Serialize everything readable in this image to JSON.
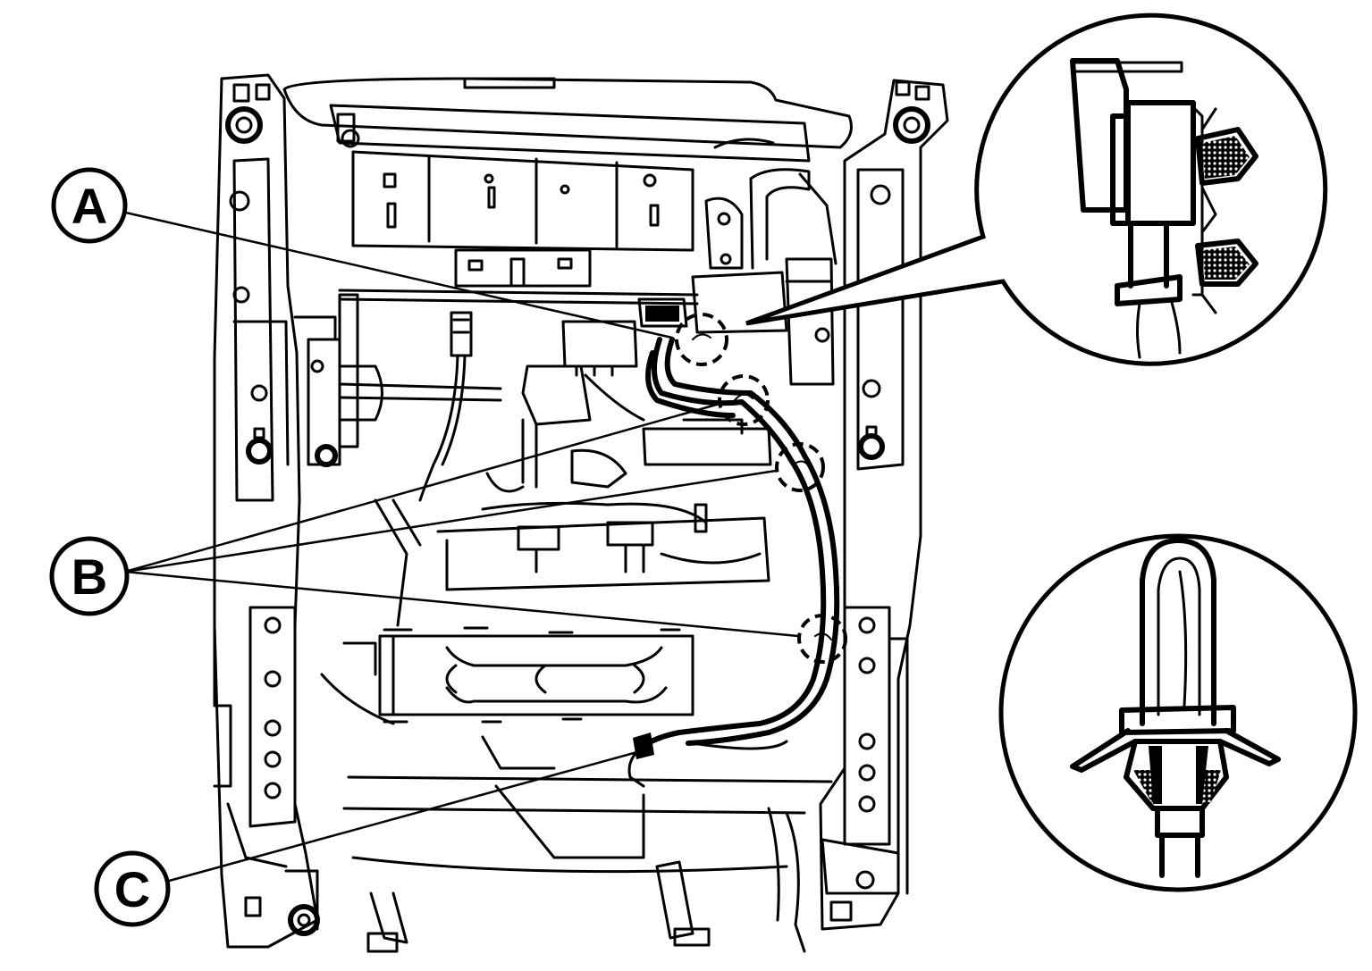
{
  "callouts": [
    {
      "id": "A",
      "label": "A"
    },
    {
      "id": "B",
      "label": "B"
    },
    {
      "id": "C",
      "label": "C"
    }
  ],
  "colors": {
    "ink": "#000000",
    "paper": "#ffffff"
  }
}
